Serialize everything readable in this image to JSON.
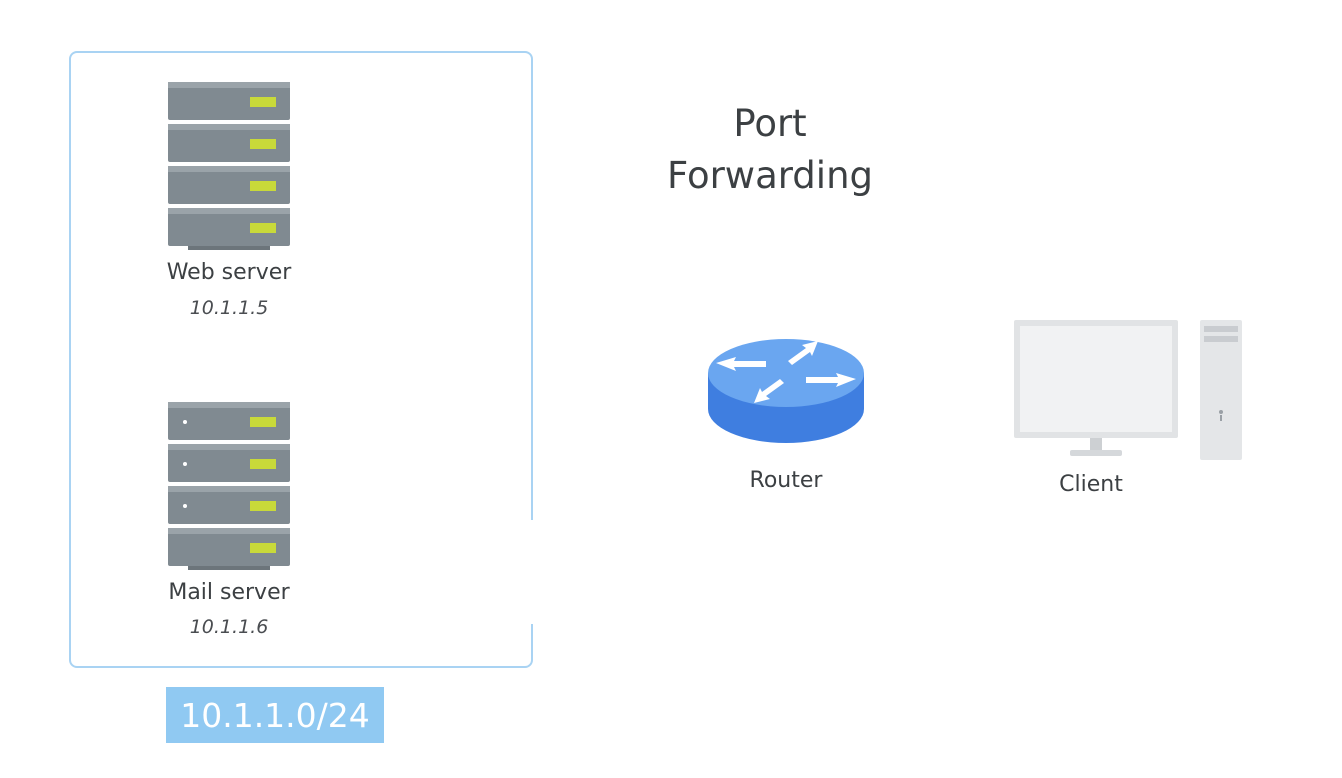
{
  "title": {
    "line1": "Port",
    "line2": "Forwarding"
  },
  "network": {
    "subnet": "10.1.1.0/24"
  },
  "nodes": {
    "web_server": {
      "label": "Web server",
      "ip": "10.1.1.5"
    },
    "mail_server": {
      "label": "Mail server",
      "ip": "10.1.1.6"
    },
    "router": {
      "label": "Router"
    },
    "client": {
      "label": "Client"
    }
  },
  "icons": {
    "web_server": "server-rack-icon",
    "mail_server": "server-rack-icon",
    "router": "router-icon",
    "client": "desktop-computer-icon"
  },
  "colors": {
    "network_border": "#a9d3f3",
    "subnet_badge": "#90c9f2",
    "server_body": "#808a91",
    "server_led": "#c8d93a",
    "router_top": "#6aa6f0",
    "router_side": "#3f7ee0",
    "client_body": "#e4e6e8"
  }
}
